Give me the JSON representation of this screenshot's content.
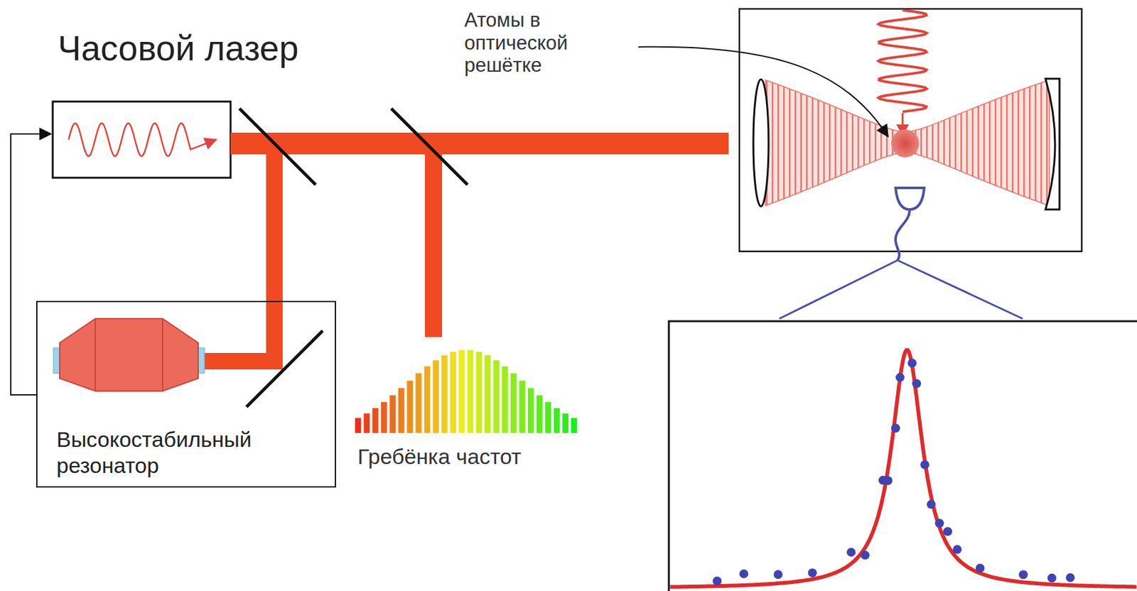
{
  "diagram": {
    "title": "Часовой лазер",
    "nodes": [
      {
        "text": [
          "Высокостабильный резонатор"
        ]
      }
    ],
    "edges": [],
    "labels": [
      "Атомы в оптической решётке",
      "Гребёнка частот"
    ]
  }
}
